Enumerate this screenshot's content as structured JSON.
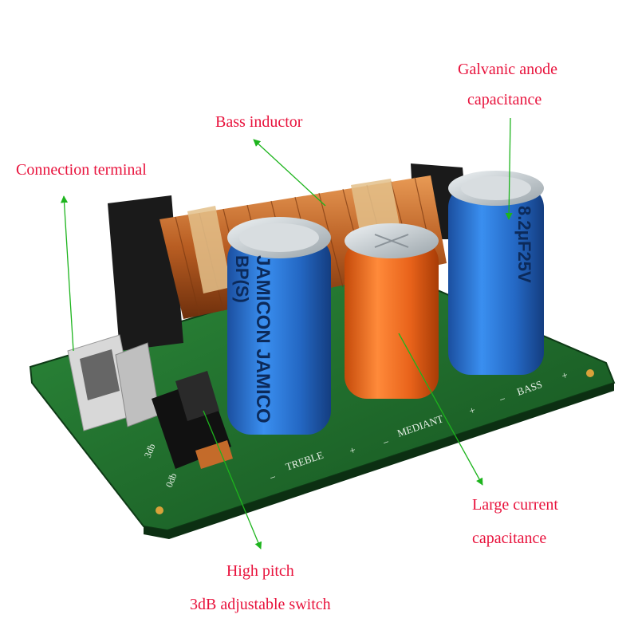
{
  "labels": {
    "galvanic_line1": "Galvanic anode",
    "galvanic_line2": "capacitance",
    "bass_inductor": "Bass inductor",
    "connection_terminal": "Connection terminal",
    "large_line1": "Large current",
    "large_line2": "capacitance",
    "pitch_line1": "High pitch",
    "pitch_line2": "3dB adjustable switch"
  },
  "board_text": {
    "treble": "TREBLE",
    "mediant": "MEDIANT",
    "bass": "BASS",
    "plus": "+",
    "minus": "−",
    "db3": "3db",
    "db0": "0db",
    "cap1_brand": "JAMICON JAMICO",
    "cap1_bp": "BP(S)",
    "cap3_value": "8.2μF25V"
  },
  "colors": {
    "callout_text": "#e8123c",
    "arrow": "#1db41d",
    "pcb_green": "#1f6b2c",
    "cap_blue": "#2a7ad6",
    "cap_orange": "#ee6a1c",
    "copper": "#c46b2a"
  }
}
